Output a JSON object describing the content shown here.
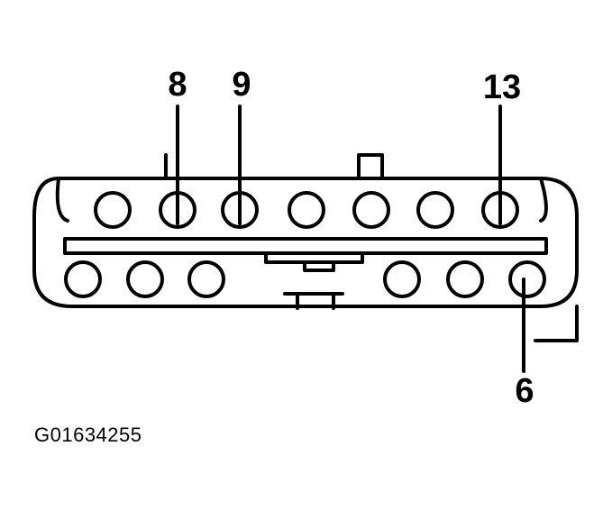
{
  "labels": {
    "pin_8": "8",
    "pin_9": "9",
    "pin_13": "13",
    "pin_6": "6"
  },
  "caption": "G01634255",
  "colors": {
    "line": "#000000",
    "background": "#ffffff"
  }
}
